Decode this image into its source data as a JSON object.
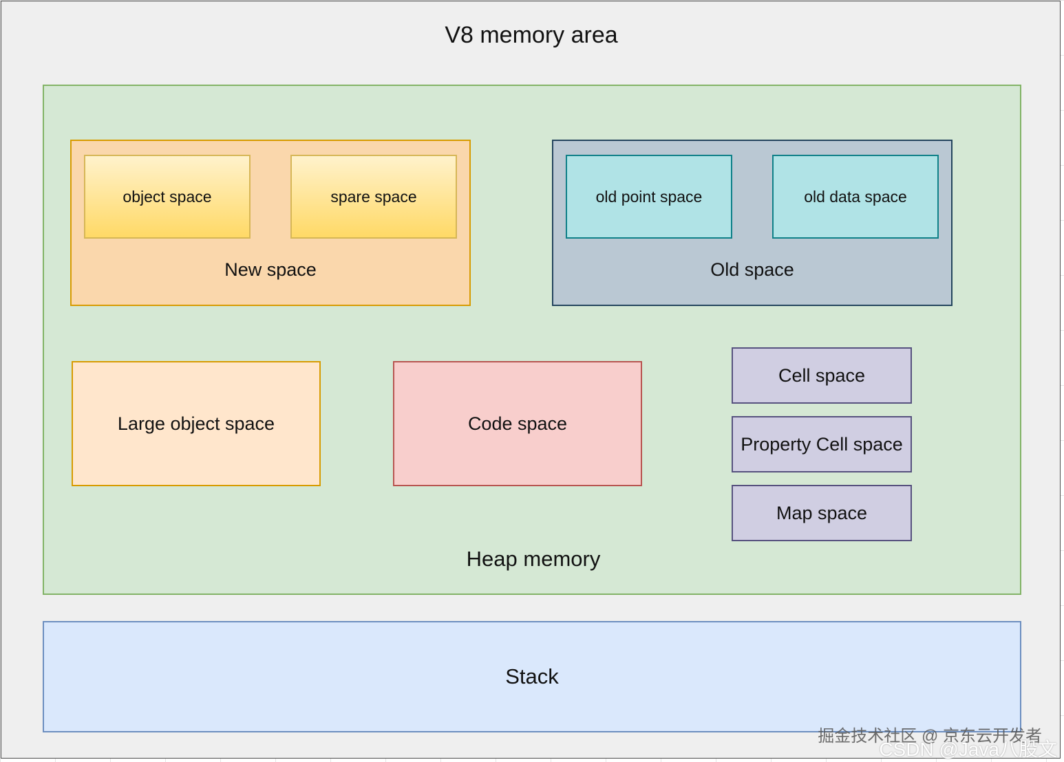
{
  "diagram": {
    "title": "V8  memory area",
    "heap": {
      "label": "Heap  memory",
      "new_space": {
        "label": "New space",
        "object_space": "object space",
        "spare_space": "spare space"
      },
      "old_space": {
        "label": "Old space",
        "old_point_space": "old point space",
        "old_data_space": "old data  space"
      },
      "large_object_space": "Large object space",
      "code_space": "Code space",
      "cell_space": "Cell space",
      "property_cell_space": "Property Cell space",
      "map_space": "Map space"
    },
    "stack": "Stack"
  },
  "watermarks": {
    "juejin": "掘金技术社区 @ 京东云开发者",
    "csdn": "CSDN @Java八股文"
  },
  "colors": {
    "outer_bg": "#efefef",
    "heap_fill": "#d5e8d4",
    "heap_stroke": "#82b366",
    "new_space_fill": "#fad7ac",
    "new_space_stroke": "#d79b00",
    "yellow_gradient_top": "#fff2cc",
    "yellow_gradient_bottom": "#ffd966",
    "old_space_fill": "#bac8d3",
    "old_space_stroke": "#23445d",
    "cyan_fill": "#b0e3e6",
    "cyan_stroke": "#0e8088",
    "large_fill": "#ffe6cc",
    "code_fill": "#f8cecc",
    "code_stroke": "#b85450",
    "purple_fill": "#d0cee2",
    "purple_stroke": "#56517e",
    "stack_fill": "#dae8fc",
    "stack_stroke": "#6c8ebf"
  }
}
